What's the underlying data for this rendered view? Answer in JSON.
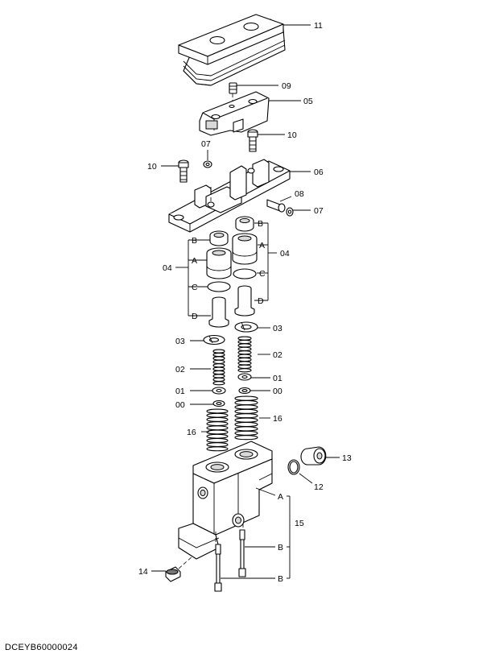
{
  "labels": {
    "p11": "11",
    "p09": "09",
    "p05": "05",
    "p10a": "10",
    "p07a": "07",
    "p10b": "10",
    "p06": "06",
    "p08": "08",
    "p07b": "07",
    "pB1": "B",
    "pB2": "B",
    "pA1": "A",
    "pA2": "A",
    "pC1": "C",
    "pC2": "C",
    "pD1": "D",
    "pD2": "D",
    "p04a": "04",
    "p04b": "04",
    "p03a": "03",
    "p03b": "03",
    "p02a": "02",
    "p02b": "02",
    "p01a": "01",
    "p01b": "01",
    "p00a": "00",
    "p00b": "00",
    "p16a": "16",
    "p16b": "16",
    "p13": "13",
    "p12": "12",
    "pA3": "A",
    "p15": "15",
    "pB3": "B",
    "pB4": "B",
    "p14": "14"
  },
  "drawing_code": "DCEYB60000024"
}
